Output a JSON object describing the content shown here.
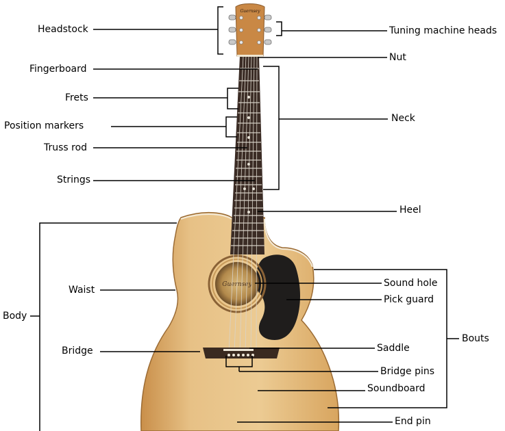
{
  "labels": {
    "headstock": "Headstock",
    "tuning_machine_heads": "Tuning machine heads",
    "nut": "Nut",
    "fingerboard": "Fingerboard",
    "frets": "Frets",
    "neck": "Neck",
    "position_markers": "Position markers",
    "truss_rod": "Truss rod",
    "strings": "Strings",
    "heel": "Heel",
    "body": "Body",
    "waist": "Waist",
    "sound_hole": "Sound hole",
    "pick_guard": "Pick guard",
    "bouts": "Bouts",
    "bridge": "Bridge",
    "saddle": "Saddle",
    "bridge_pins": "Bridge pins",
    "soundboard": "Soundboard",
    "end_pin": "End pin"
  },
  "logo_text": "Guernsey",
  "colors": {
    "wood_light": "#e9c48a",
    "wood_mid": "#d9a865",
    "wood_dark": "#b07a3e",
    "binding": "#f2e8d5",
    "fretboard": "#3b2c25",
    "pickguard": "#1f1d1c",
    "line": "#000000"
  }
}
